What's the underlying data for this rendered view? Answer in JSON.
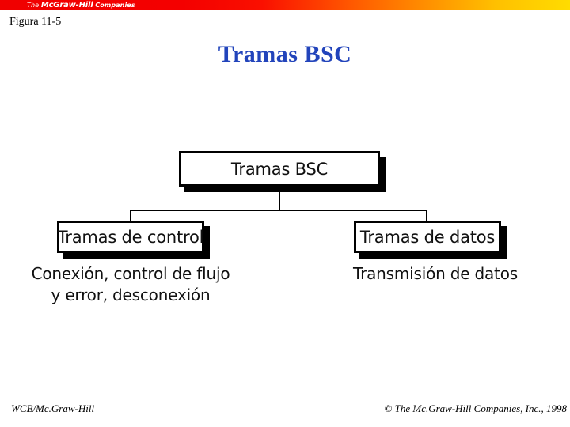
{
  "header": {
    "brand": {
      "prefix": "The ",
      "name": "McGraw-Hill",
      "suffix": " Companies"
    },
    "figure_label": "Figura 11-5"
  },
  "title": "Tramas BSC",
  "diagram": {
    "type": "tree",
    "root": {
      "label": "Tramas BSC"
    },
    "children": [
      {
        "label": "Tramas de control",
        "caption_line1": "Conexión, control de flujo",
        "caption_line2": "y error, desconexión"
      },
      {
        "label": "Tramas de datos",
        "caption_line1": "Transmisión de datos",
        "caption_line2": ""
      }
    ]
  },
  "footer": {
    "left": "WCB/Mc.Graw-Hill",
    "right": "© The Mc.Graw-Hill Companies, Inc., 1998"
  },
  "colors": {
    "title": "#2244bb",
    "banner_start": "#f00000",
    "banner_end": "#ffdc00",
    "box_border": "#000000",
    "text": "#111111"
  }
}
